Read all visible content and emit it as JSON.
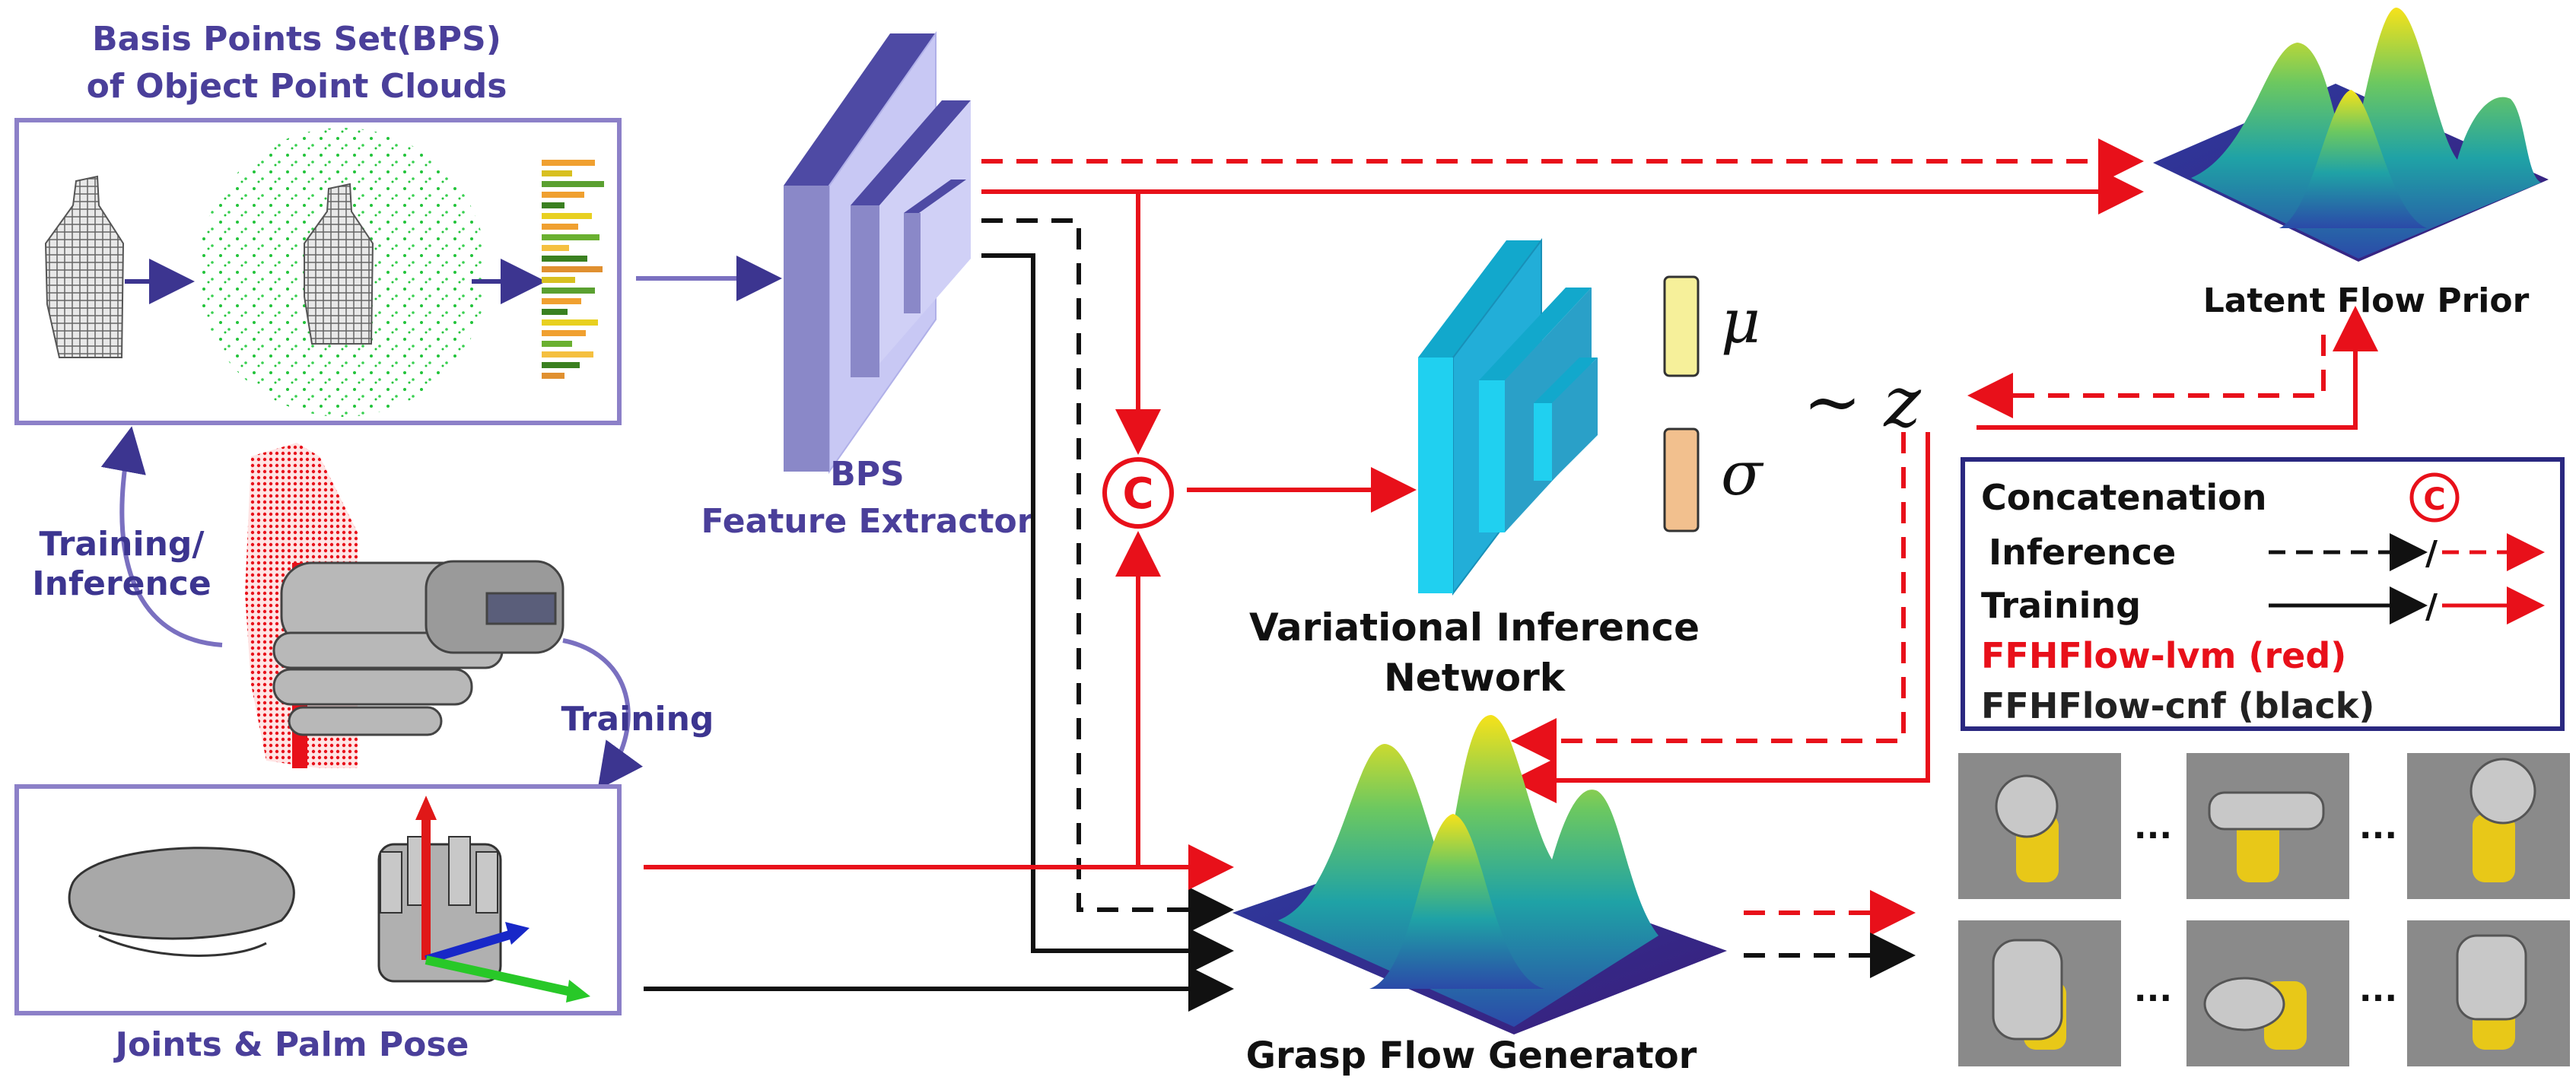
{
  "labels": {
    "bps_title_line1": "Basis Points Set(BPS)",
    "bps_title_line2": "of Object Point Clouds",
    "bps_extractor_line1": "BPS",
    "bps_extractor_line2": "Feature Extractor",
    "training_inference_line1": "Training/",
    "training_inference_line2": "Inference",
    "training": "Training",
    "joints_palm": "Joints & Palm Pose",
    "vin_line1": "Variational Inference",
    "vin_line2": "Network",
    "latent_prior": "Latent Flow Prior",
    "grasp_generator": "Grasp Flow Generator",
    "concat_symbol": "C",
    "mu": "μ",
    "sigma": "σ",
    "sim_z": "~ z"
  },
  "legend": {
    "concatenation": "Concatenation",
    "inference": "Inference",
    "training": "Training",
    "slash": "/",
    "lvm": "FFHFlow-lvm (red)",
    "cnf": "FFHFlow-cnf (black)"
  },
  "results": {
    "ellipsis": "..."
  },
  "colors": {
    "purple": "#4a3f9a",
    "red": "#e8101a",
    "black": "#111111",
    "cyan": "#1ec8e8",
    "mu_fill": "#f6f09a",
    "sigma_fill": "#f2c08e"
  }
}
